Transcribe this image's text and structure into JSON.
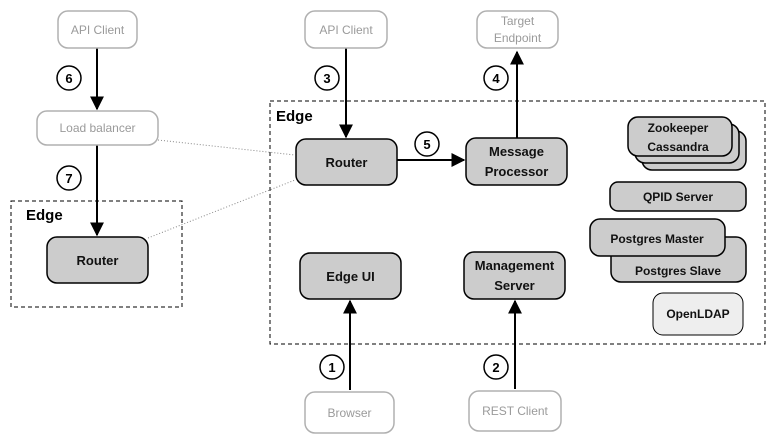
{
  "regions": {
    "edge_main": "Edge",
    "edge_left": "Edge"
  },
  "clients": {
    "api_client_left": "API Client",
    "api_client_mid": "API Client",
    "target_endpoint_line1": "Target",
    "target_endpoint_line2": "Endpoint",
    "load_balancer": "Load balancer",
    "browser": "Browser",
    "rest_client": "REST Client"
  },
  "components": {
    "router_main": "Router",
    "router_left": "Router",
    "message_processor_line1": "Message",
    "message_processor_line2": "Processor",
    "edge_ui": "Edge UI",
    "management_server_line1": "Management",
    "management_server_line2": "Server",
    "zookeeper": "Zookeeper",
    "cassandra": "Cassandra",
    "qpid_server": "QPID Server",
    "postgres_master": "Postgres Master",
    "postgres_slave": "Postgres Slave",
    "openldap": "OpenLDAP"
  },
  "steps": {
    "s1": "1",
    "s2": "2",
    "s3": "3",
    "s4": "4",
    "s5": "5",
    "s6": "6",
    "s7": "7"
  },
  "colors": {
    "node_fill": "#cccccc",
    "light_fill": "#eeeeee",
    "ghost_stroke": "#b0b0b0",
    "ghost_text": "#9a9a9a"
  }
}
